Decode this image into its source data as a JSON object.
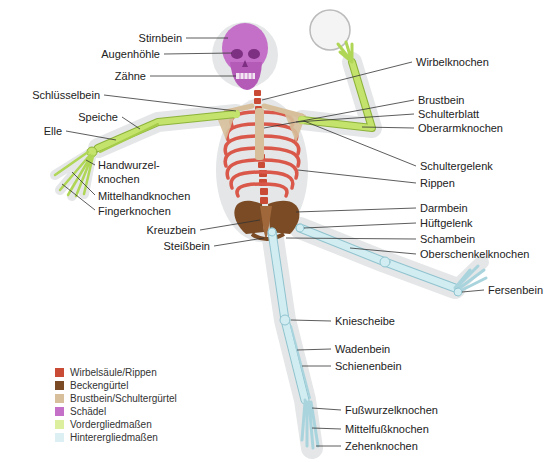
{
  "diagram": {
    "labels": [
      "Stirnbein",
      "Augenhöhle",
      "Zähne",
      "Wirbelknochen",
      "Schlüsselbein",
      "Brustbein",
      "Schulterblatt",
      "Oberarmknochen",
      "Speiche",
      "Elle",
      "Handwurzel- knochen",
      "Mittelhandknochen",
      "Fingerknochen",
      "Schultergelenk",
      "Rippen",
      "Darmbein",
      "Hüftgelenk",
      "Kreuzbein",
      "Schambein",
      "Steißbein",
      "Oberschenkelknochen",
      "Fersenbein",
      "Kniescheibe",
      "Wadenbein",
      "Schienenbein",
      "Fußwurzelknochen",
      "Mittelfußknochen",
      "Zehenknochen"
    ],
    "legend": [
      {
        "text": "Wirbelsäule/Rippen",
        "color": "#c94a35"
      },
      {
        "text": "Beckengürtel",
        "color": "#7a4b25"
      },
      {
        "text": "Brustbein/Schultergürtel",
        "color": "#d6bf9a"
      },
      {
        "text": "Schädel",
        "color": "#c46fc8"
      },
      {
        "text": "Vordergliedmaßen",
        "color": "#dcef9e"
      },
      {
        "text": "Hinterergliedmaßen",
        "color": "#dcf0f4"
      }
    ]
  }
}
